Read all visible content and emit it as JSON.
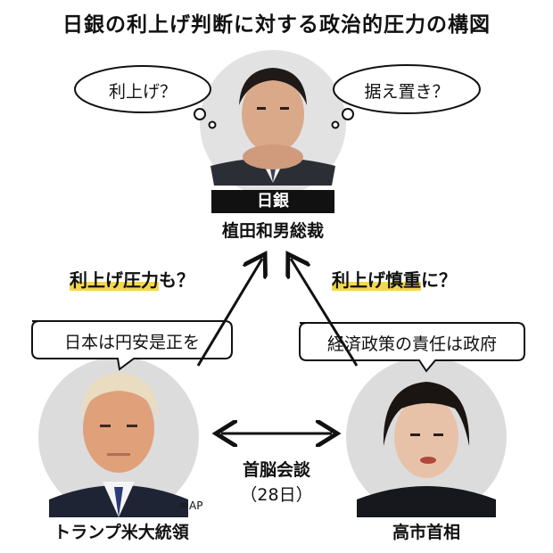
{
  "title": "日銀の利上げ判断に対する政治的圧力の構図",
  "boj": {
    "thought_left": "利上げ？",
    "thought_right": "据え置き？",
    "org_label": "日銀",
    "name": "植田和男総裁"
  },
  "trump": {
    "speech": "日本は円安是正を",
    "name": "トランプ米大統領",
    "photo_credit": "＝AP"
  },
  "takaichi": {
    "speech": "経済政策の責任は政府",
    "name": "高市首相"
  },
  "pressures": {
    "left_main": "利上げ圧力",
    "left_suffix": "も？",
    "right_main": "利上げ慎重",
    "right_suffix": "に？"
  },
  "summit": {
    "label": "首脳会談",
    "date": "（28日）"
  },
  "colors": {
    "highlight": "#f2d94a",
    "photo_bg": "#dcdcdc",
    "line": "#111111"
  }
}
